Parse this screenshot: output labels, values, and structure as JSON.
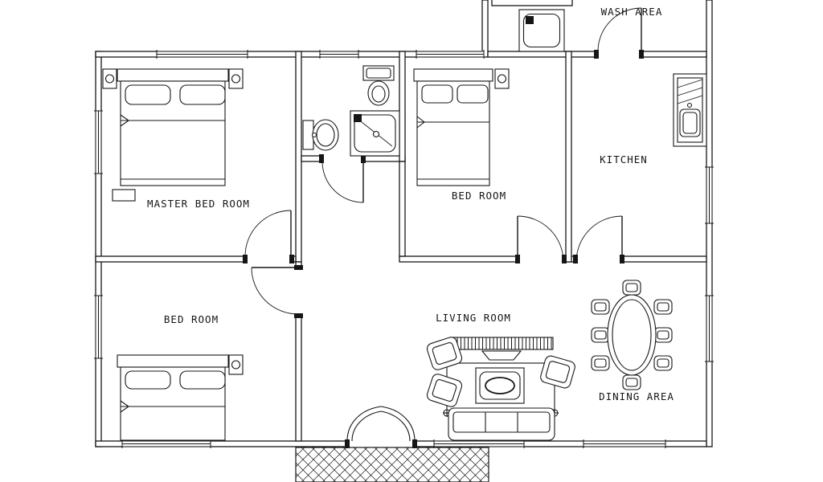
{
  "rooms": {
    "wash_area": {
      "label": "WASH AREA"
    },
    "kitchen": {
      "label": "KITCHEN"
    },
    "master_bedroom": {
      "label": "MASTER BED ROOM"
    },
    "bedroom_top": {
      "label": "BED ROOM"
    },
    "bedroom_bottom": {
      "label": "BED ROOM"
    },
    "living_room": {
      "label": "LIVING ROOM"
    },
    "dining_area": {
      "label": "DINING AREA"
    }
  },
  "colors": {
    "line": "#161616",
    "background": "#ffffff"
  }
}
